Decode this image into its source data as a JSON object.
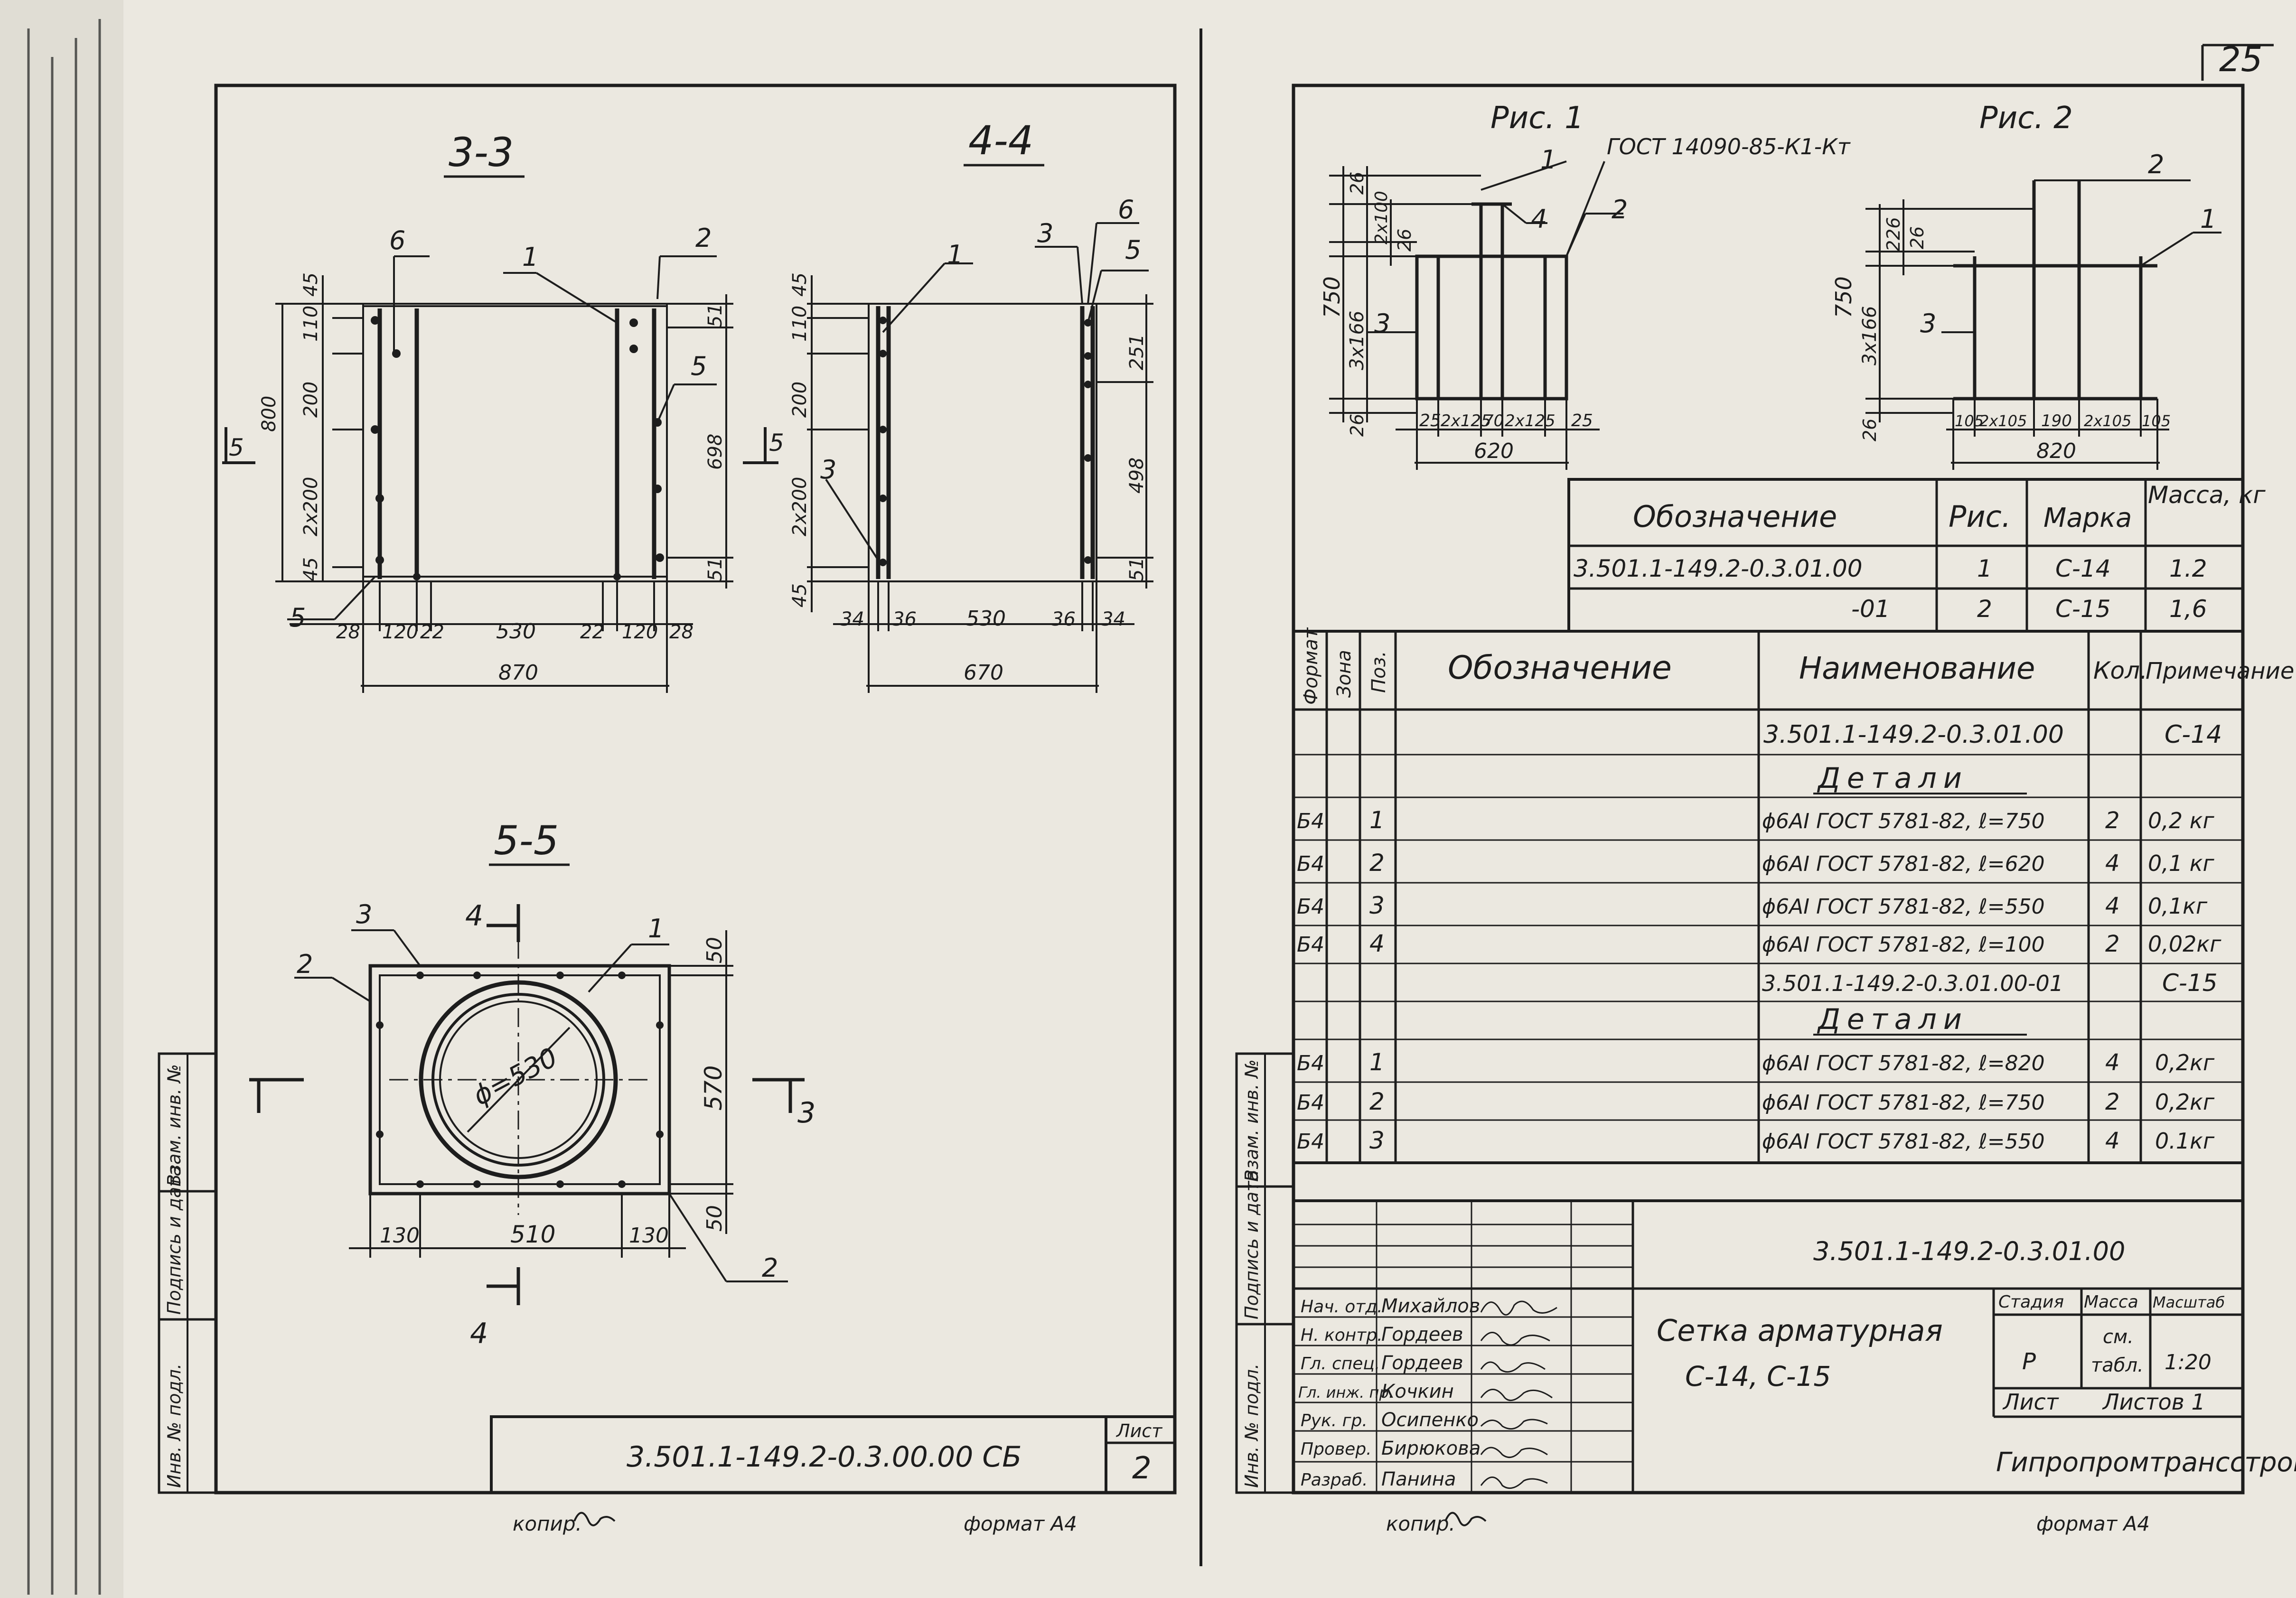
{
  "page_number": "25",
  "left": {
    "sec33": {
      "title": "3-3",
      "w870": "870",
      "w530": "530",
      "w28a": "28",
      "w120a": "120",
      "w22a": "22",
      "w22b": "22",
      "w120b": "120",
      "w28b": "28",
      "v45a": "45",
      "v110": "110",
      "v200": "200",
      "v2x200": "2x200",
      "v45b": "45",
      "v800": "800",
      "r51a": "51",
      "r698": "698",
      "r51b": "51",
      "p6": "6",
      "p1": "1",
      "p2": "2",
      "p5a": "5",
      "p5b": "5",
      "cut5": "5"
    },
    "sec44": {
      "title": "4-4",
      "w670": "670",
      "w34a": "34",
      "w36a": "36",
      "w530": "530",
      "w36b": "36",
      "w34b": "34",
      "v45a": "45",
      "v110": "110",
      "v200": "200",
      "v2x200": "2x200",
      "v45b": "45",
      "r251": "251",
      "r498": "498",
      "r51": "51",
      "p3a": "3",
      "p1": "1",
      "p6": "6",
      "p5": "5",
      "p3b": "3",
      "cut5": "5"
    },
    "sec55": {
      "title": "5-5",
      "diam": "ϕ=530",
      "w130a": "130",
      "w510": "510",
      "w130b": "130",
      "v50a": "50",
      "v570": "570",
      "v50b": "50",
      "p3": "3",
      "p1": "1",
      "p2a": "2",
      "p2b": "2",
      "cut4top": "4",
      "cut4bot": "4",
      "cut3": "3"
    },
    "stamp_labels": [
      "Взам. инв. №",
      "Подпись и дата",
      "Инв. № подл."
    ],
    "title_code": "3.501.1-149.2-0.3.00.00 СБ",
    "sheet_label": "Лист",
    "sheet_no": "2",
    "kopir": "копир.",
    "format": "формат А4"
  },
  "right": {
    "ris1": {
      "title": "Рис. 1",
      "gost": "ГОСТ 14090-85-К1-Кт",
      "p1": "1",
      "p4": "4",
      "p2": "2",
      "p3": "3",
      "v26a": "26",
      "v2x100": "2x100",
      "v26b": "26",
      "v750": "750",
      "v3x166": "3x166",
      "v26c": "26",
      "h25a": "25",
      "h2x125a": "2x125",
      "h70": "70",
      "h2x125b": "2x125",
      "h25b": "25",
      "h620": "620"
    },
    "ris2": {
      "title": "Рис. 2",
      "p2": "2",
      "p1": "1",
      "p3": "3",
      "v226": "226",
      "v26a": "26",
      "v750": "750",
      "v3x166": "3x166",
      "v26b": "26",
      "h105a": "105",
      "h2x105a": "2x105",
      "h190": "190",
      "h2x105b": "2x105",
      "h105b": "105",
      "h820": "820"
    },
    "mark_table": {
      "headers": [
        "Обозначение",
        "Рис.",
        "Марка",
        "Масса, кг"
      ],
      "rows": [
        [
          "3.501.1-149.2-0.3.01.00",
          "1",
          "С-14",
          "1.2"
        ],
        [
          "-01",
          "2",
          "С-15",
          "1,6"
        ]
      ]
    },
    "spec": {
      "headers": [
        "Формат",
        "Зона",
        "Поз.",
        "Обозначение",
        "Наименование",
        "Кол.",
        "Примечание"
      ],
      "rows": [
        {
          "fmt": "",
          "pos": "",
          "name": "3.501.1-149.2-0.3.01.00",
          "qty": "",
          "note": "С-14"
        },
        {
          "fmt": "",
          "pos": "",
          "name": "Детали",
          "qty": "",
          "note": "",
          "section": true
        },
        {
          "fmt": "Б4",
          "pos": "1",
          "name": "ϕ6АI ГОСТ 5781-82, ℓ=750",
          "qty": "2",
          "note": "0,2 кг"
        },
        {
          "fmt": "Б4",
          "pos": "2",
          "name": "ϕ6АI ГОСТ 5781-82, ℓ=620",
          "qty": "4",
          "note": "0,1 кг"
        },
        {
          "fmt": "Б4",
          "pos": "3",
          "name": "ϕ6АI ГОСТ 5781-82, ℓ=550",
          "qty": "4",
          "note": "0,1кг"
        },
        {
          "fmt": "Б4",
          "pos": "4",
          "name": "ϕ6АI ГОСТ 5781-82, ℓ=100",
          "qty": "2",
          "note": "0,02кг"
        },
        {
          "fmt": "",
          "pos": "",
          "name": "3.501.1-149.2-0.3.01.00-01",
          "qty": "",
          "note": "С-15"
        },
        {
          "fmt": "",
          "pos": "",
          "name": "Детали",
          "qty": "",
          "note": "",
          "section": true
        },
        {
          "fmt": "Б4",
          "pos": "1",
          "name": "ϕ6АI ГОСТ 5781-82, ℓ=820",
          "qty": "4",
          "note": "0,2кг"
        },
        {
          "fmt": "Б4",
          "pos": "2",
          "name": "ϕ6АI ГОСТ 5781-82, ℓ=750",
          "qty": "2",
          "note": "0,2кг"
        },
        {
          "fmt": "Б4",
          "pos": "3",
          "name": "ϕ6АI ГОСТ 5781-82, ℓ=550",
          "qty": "4",
          "note": "0.1кг"
        }
      ]
    },
    "stamp_labels": [
      "Взам. инв. №",
      "Подпись и дата",
      "Инв. № подл."
    ],
    "title_block": {
      "code": "3.501.1-149.2-0.3.01.00",
      "staff": [
        [
          "Нач. отд.",
          "Михайлов"
        ],
        [
          "Н. контр.",
          "Гордеев"
        ],
        [
          "Гл. спец.",
          "Гордеев"
        ],
        [
          "Гл. инж. пр.",
          "Кочкин"
        ],
        [
          "Рук. гр.",
          "Осипенко"
        ],
        [
          "Провер.",
          "Бирюкова"
        ],
        [
          "Разраб.",
          "Панина"
        ]
      ],
      "name_line1": "Сетка арматурная",
      "name_line2": "С-14, С-15",
      "stadia_h": "Стадия",
      "massa_h": "Масса",
      "masshtab_h": "Масштаб",
      "stadia": "Р",
      "massa1": "см.",
      "massa2": "табл.",
      "masshtab": "1:20",
      "list": "Лист",
      "listov": "Листов 1",
      "org": "Гипропромтрансстрой"
    },
    "kopir": "копир.",
    "format": "формат А4"
  }
}
